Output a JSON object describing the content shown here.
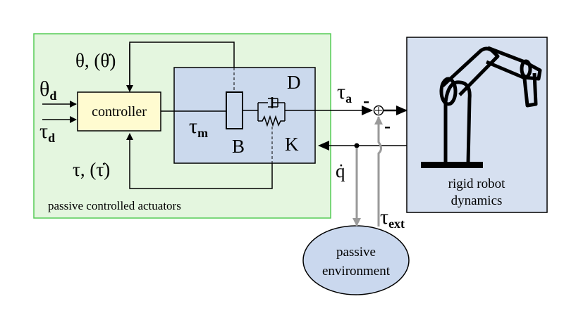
{
  "blocks": {
    "actuators_caption": "passive controlled actuators",
    "controller_label": "controller",
    "robot_caption_line1": "rigid robot",
    "robot_caption_line2": "dynamics",
    "environment_line1": "passive",
    "environment_line2": "environment"
  },
  "signals": {
    "theta_feedback": "θ, (θ̇)",
    "tau_feedback": "τ, (τ̇)",
    "theta_d": {
      "symbol": "θ",
      "sub": "d"
    },
    "tau_d": {
      "symbol": "τ",
      "sub": "d"
    },
    "tau_m": {
      "symbol": "τ",
      "sub": "m"
    },
    "tau_a": {
      "symbol": "τ",
      "sub": "a"
    },
    "tau_ext": {
      "symbol": "τ",
      "sub": "ext"
    },
    "q_dot": "q̇"
  },
  "elements": {
    "B": "B",
    "D": "D",
    "K": "K"
  },
  "sum_signs": {
    "left": "-",
    "bottom": "-"
  },
  "colors": {
    "actuators_fill": "#e4f6df",
    "actuators_border": "#55cc55",
    "inner_fill": "#cbd9ed",
    "controller_fill": "#fffbd0",
    "robot_fill": "#d6e0f0",
    "environment_fill": "#cad8ee",
    "gray_line": "#9a9a9a"
  }
}
